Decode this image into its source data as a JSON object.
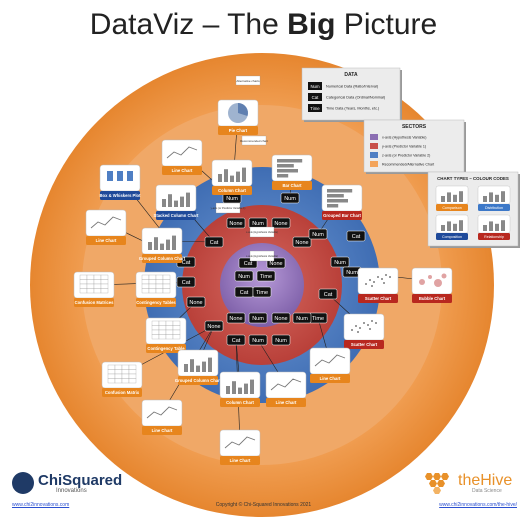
{
  "title": {
    "prefix": "DataViz – The ",
    "bold": "Big",
    "suffix": " Picture"
  },
  "colors": {
    "outer_ring": "#f3a45b",
    "outer_ring_edge": "#e07a24",
    "blue_ring": "#4f7fc4",
    "red_ring": "#c8504a",
    "center": "#8c6fb3",
    "chip": "#111111",
    "label_box": "#e7851d",
    "label_box_red": "#b8281f",
    "label_box_blue": "#1f4a9a"
  },
  "chips": [
    {
      "id": "c1",
      "text": "None"
    },
    {
      "id": "c2",
      "text": "Num"
    },
    {
      "id": "c3",
      "text": "None"
    },
    {
      "id": "c4",
      "text": "Cat"
    },
    {
      "id": "c5",
      "text": "None"
    },
    {
      "id": "c6",
      "text": "Num"
    },
    {
      "id": "c7",
      "text": "Num"
    },
    {
      "id": "c8",
      "text": "Cat"
    },
    {
      "id": "c9",
      "text": "Num"
    },
    {
      "id": "c10",
      "text": "Num"
    },
    {
      "id": "c11",
      "text": "None"
    },
    {
      "id": "c12",
      "text": "Cat"
    },
    {
      "id": "c13",
      "text": "Cat"
    },
    {
      "id": "c14",
      "text": "None"
    },
    {
      "id": "c15",
      "text": "Num"
    },
    {
      "id": "c16",
      "text": "Time"
    },
    {
      "id": "c17",
      "text": "Cat"
    },
    {
      "id": "c18",
      "text": "None"
    },
    {
      "id": "c19",
      "text": "Num"
    },
    {
      "id": "c20",
      "text": "None"
    },
    {
      "id": "c21",
      "text": "Time"
    },
    {
      "id": "c22",
      "text": "Cat"
    },
    {
      "id": "c23",
      "text": "Num"
    },
    {
      "id": "c24",
      "text": "Num"
    },
    {
      "id": "c25",
      "text": "Cat"
    },
    {
      "id": "c26",
      "text": "Num"
    },
    {
      "id": "c27",
      "text": "Time"
    },
    {
      "id": "c28",
      "text": "Cat"
    },
    {
      "id": "c29",
      "text": "Num"
    },
    {
      "id": "c30",
      "text": "None"
    }
  ],
  "ring_notes": [
    {
      "id": "n1",
      "text": "y-axis (or Predictor Variable 1)"
    },
    {
      "id": "n2",
      "text": "x-axis (Hypothesis Variable)"
    },
    {
      "id": "n3",
      "text": "x-axis (Hypothesis Variable)"
    }
  ],
  "charts": [
    {
      "id": "pie",
      "label": "Pie Chart",
      "kind": "pie",
      "accent": "orange"
    },
    {
      "id": "line_a",
      "label": "Line Chart",
      "kind": "line",
      "accent": "orange"
    },
    {
      "id": "column_a",
      "label": "Column Chart",
      "kind": "column",
      "accent": "orange"
    },
    {
      "id": "bar",
      "label": "Bar Chart",
      "kind": "hbar",
      "accent": "orange"
    },
    {
      "id": "grouped_bar",
      "label": "Grouped Bar Chart",
      "kind": "hbar",
      "accent": "red"
    },
    {
      "id": "box",
      "label": "Box & Whiskers Plot",
      "kind": "box",
      "accent": "blue"
    },
    {
      "id": "stacked",
      "label": "Stacked Column Chart",
      "kind": "column",
      "accent": "blue"
    },
    {
      "id": "line_b",
      "label": "Line Chart",
      "kind": "line",
      "accent": "orange"
    },
    {
      "id": "grouped_col_a",
      "label": "Grouped Column Chart",
      "kind": "column",
      "accent": "orange"
    },
    {
      "id": "conf_a",
      "label": "Confusion Matrices",
      "kind": "table",
      "accent": "orange"
    },
    {
      "id": "cont_a",
      "label": "Contingency Tables",
      "kind": "table",
      "accent": "orange"
    },
    {
      "id": "cont_b",
      "label": "Contingency Table",
      "kind": "table",
      "accent": "orange"
    },
    {
      "id": "scatter_a",
      "label": "Scatter Chart",
      "kind": "scatter",
      "accent": "red"
    },
    {
      "id": "bubble",
      "label": "Bubble Chart",
      "kind": "bubble",
      "accent": "red"
    },
    {
      "id": "scatter_b",
      "label": "Scatter Chart",
      "kind": "scatter",
      "accent": "red"
    },
    {
      "id": "grouped_col_b",
      "label": "Grouped Column Chart",
      "kind": "column",
      "accent": "orange"
    },
    {
      "id": "conf_b",
      "label": "Confusion Matrix",
      "kind": "table",
      "accent": "orange"
    },
    {
      "id": "line_c",
      "label": "Line Chart",
      "kind": "line",
      "accent": "orange"
    },
    {
      "id": "column_b",
      "label": "Column Chart",
      "kind": "column",
      "accent": "orange"
    },
    {
      "id": "line_d",
      "label": "Line Chart",
      "kind": "line",
      "accent": "orange"
    },
    {
      "id": "line_e",
      "label": "Line Chart",
      "kind": "line",
      "accent": "orange"
    },
    {
      "id": "line_f",
      "label": "Line Chart",
      "kind": "line",
      "accent": "orange"
    }
  ],
  "callouts": [
    {
      "id": "alt",
      "text": "Alternative charts"
    },
    {
      "id": "rec",
      "text": "Recommended chart"
    }
  ],
  "legend_data": {
    "title": "DATA",
    "items": [
      {
        "chip": "Num",
        "text": "Numerical Data (Ratio/Interval)"
      },
      {
        "chip": "Cat",
        "text": "Categorical Data (Ordinal/Nominal)"
      },
      {
        "chip": "Time",
        "text": "Time Data (Years, Months, etc.)"
      }
    ]
  },
  "legend_sectors": {
    "title": "SECTORS",
    "items": [
      {
        "color": "#8c6fb3",
        "text": "x-axis (Hypothesis Variable)"
      },
      {
        "color": "#c8504a",
        "text": "y-axis (Predictor Variable 1)"
      },
      {
        "color": "#4f7fc4",
        "text": "z-axis (or Predictor Variable 2)"
      },
      {
        "color": "#f3a45b",
        "text": "Recommended/Alternative Chart"
      }
    ]
  },
  "legend_types": {
    "title": "CHART TYPES – COLOUR CODES",
    "items": [
      {
        "text": "Comparison",
        "color": "#e7851d"
      },
      {
        "text": "Distribution",
        "color": "#3c78c8"
      },
      {
        "text": "Composition",
        "color": "#1f4a9a"
      },
      {
        "text": "Relationship",
        "color": "#b8281f"
      }
    ]
  },
  "footer": {
    "left_link": "www.chi2innovations.com",
    "copyright": "Copyright © Chi-Squared Innovations 2021",
    "right_link": "www.chi2innovations.com/the-hive/"
  },
  "logo_left": {
    "name": "ChiSquared",
    "sub": "Innovations"
  },
  "logo_right": {
    "name": "theHive",
    "sub": "Data Science"
  }
}
